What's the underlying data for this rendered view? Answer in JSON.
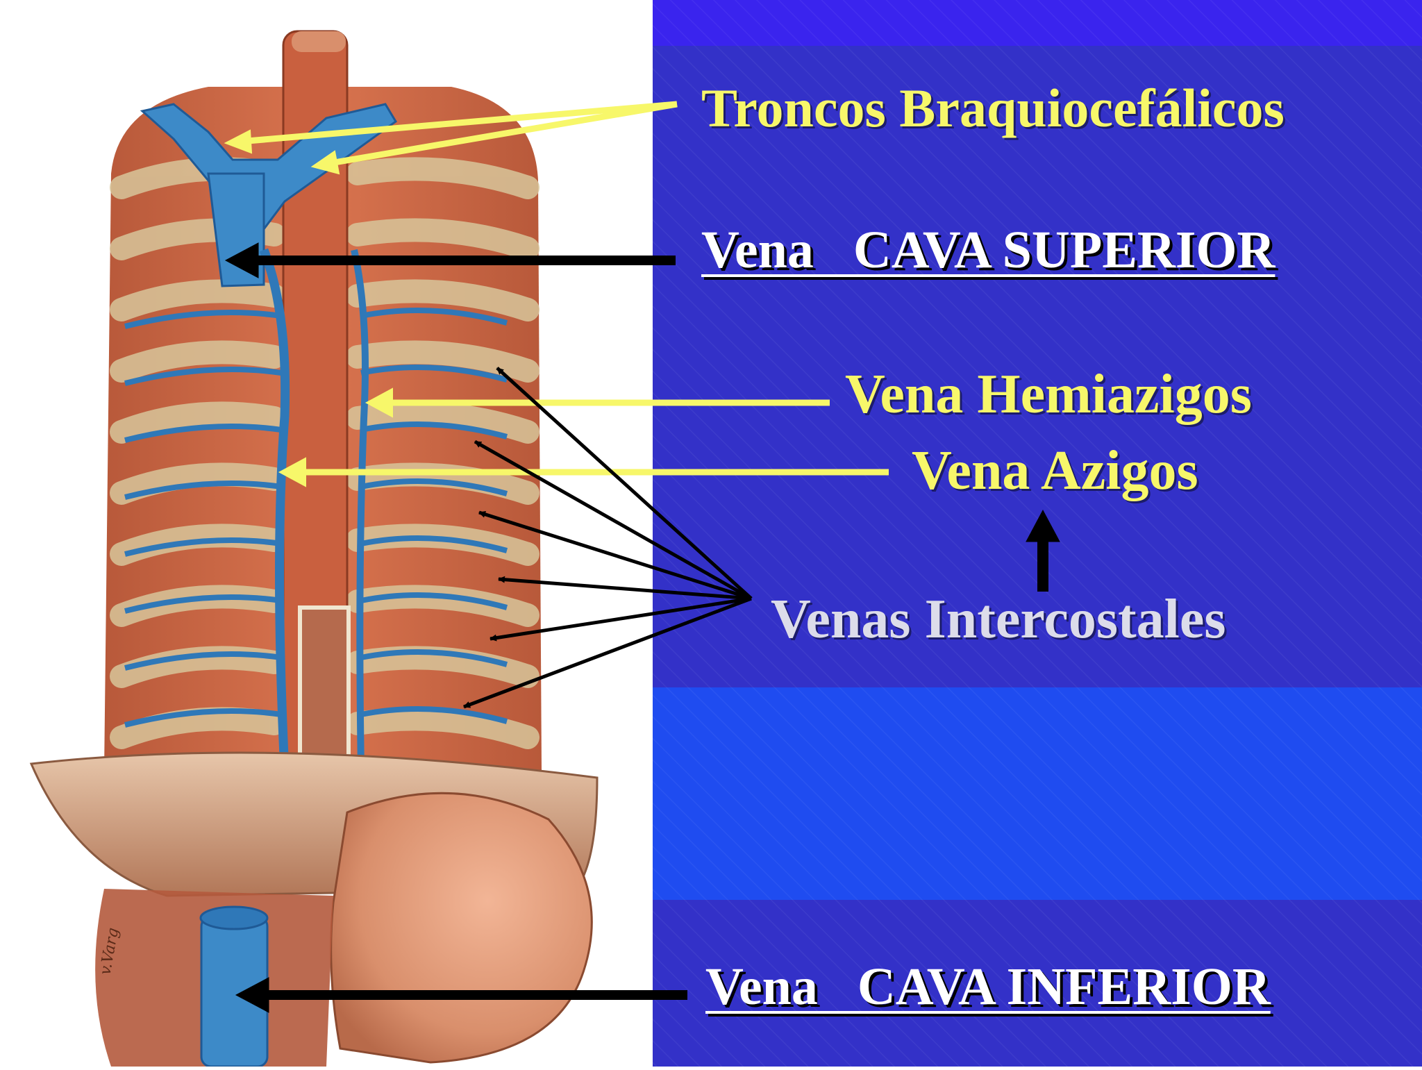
{
  "slide": {
    "colors": {
      "panel_bright": "#3a24ee",
      "panel_dark": "#3331c8",
      "panel_mid": "#1f4cf0",
      "label_yellow": "#f7f76a",
      "label_white": "#ffffff",
      "label_grey": "#dcdcea",
      "arrow_black": "#000000",
      "arrow_yellow": "#f7f76a"
    },
    "labels": {
      "brachiocephalic": "Troncos Braquiocefálicos",
      "svc": "Vena   CAVA SUPERIOR",
      "hemiazygos": "Vena Hemiazigos",
      "azygos": "Vena Azigos",
      "intercostal": "Venas Intercostales",
      "ivc": "Vena   CAVA INFERIOR"
    },
    "illustration": {
      "signature_text": "v.Varg"
    }
  }
}
